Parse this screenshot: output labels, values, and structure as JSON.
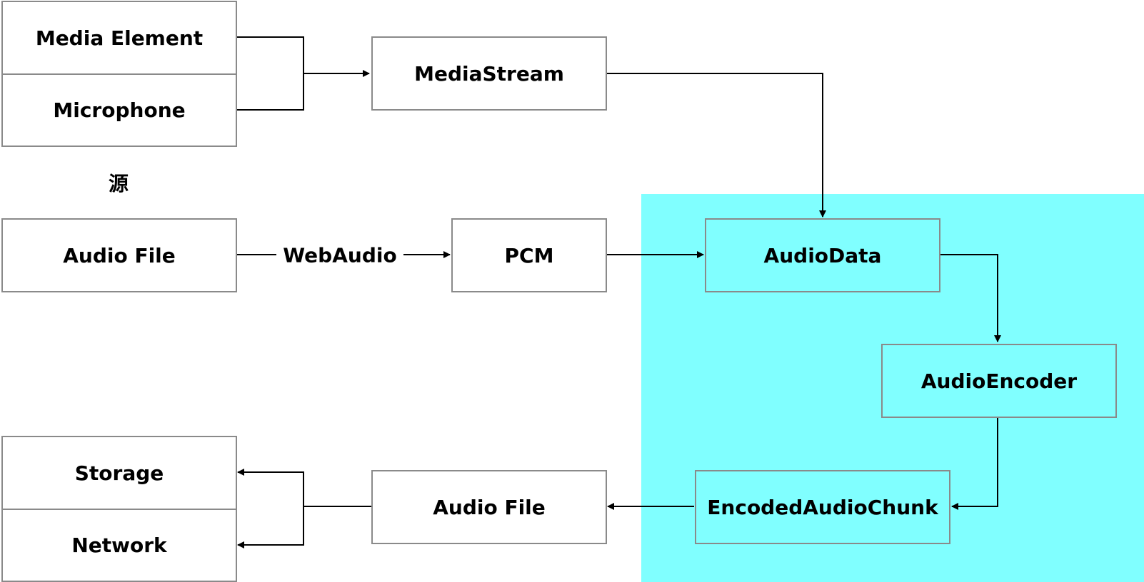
{
  "colors": {
    "region_fill": "#80ffff",
    "box_border": "#8a8a8a",
    "line": "#000000",
    "text": "#000000"
  },
  "nodes": {
    "media_element": "Media Element",
    "microphone": "Microphone",
    "mediastream": "MediaStream",
    "audio_file_source": "Audio File",
    "pcm": "PCM",
    "audiodata": "AudioData",
    "audioencoder": "AudioEncoder",
    "encoded_audio_chunk": "EncodedAudioChunk",
    "audio_file_output": "Audio File",
    "storage": "Storage",
    "network": "Network"
  },
  "labels": {
    "source": "源",
    "webaudio": "WebAudio"
  }
}
